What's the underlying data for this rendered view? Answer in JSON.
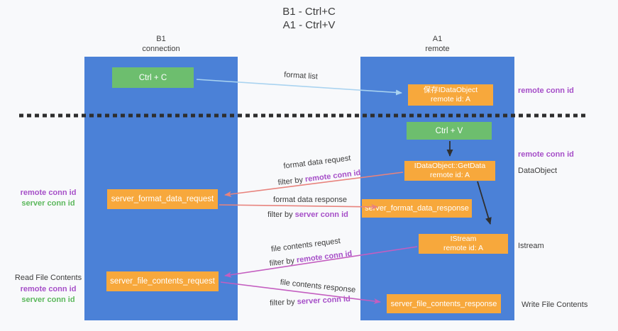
{
  "title": {
    "line1": "B1 - Ctrl+C",
    "line2": "A1 - Ctrl+V"
  },
  "lanes": {
    "left": {
      "header1": "B1",
      "header2": "connection"
    },
    "right": {
      "header1": "A1",
      "header2": "remote"
    }
  },
  "nodes": {
    "ctrl_c": {
      "label": "Ctrl + C"
    },
    "ctrl_v": {
      "label": "Ctrl + V"
    },
    "save_dataobject": {
      "line1": "保存IDataObject",
      "line2": "remote id: A"
    },
    "getdata": {
      "line1": "IDataObject::GetData",
      "line2": "remote id: A"
    },
    "istream": {
      "line1": "IStream",
      "line2": "remote id: A"
    },
    "format_request": {
      "label": "server_format_data_request"
    },
    "format_response": {
      "label": "server_format_data_response"
    },
    "file_request": {
      "label": "server_file_contents_request"
    },
    "file_response": {
      "label": "server_file_contents_response"
    }
  },
  "flow_labels": {
    "format_list": "format list",
    "format_data_request": {
      "title": "format data request",
      "filter_prefix": "filter by ",
      "filter_key": "remote conn id"
    },
    "format_data_response": {
      "title": "format data response",
      "filter_prefix": "filter by ",
      "filter_key": "server conn id"
    },
    "file_contents_request": {
      "title": "file contents request",
      "filter_prefix": "filter by ",
      "filter_key": "remote conn id"
    },
    "file_contents_response": {
      "title": "file contents response",
      "filter_prefix": "filter by ",
      "filter_key": "server conn id"
    }
  },
  "side_labels": {
    "right_remote_conn_top": "remote conn id",
    "right_remote_conn_mid": "remote conn id",
    "dataobject": "DataObject",
    "istream": "Istream",
    "write_file_contents": "Write File Contents",
    "read_file_contents": "Read File Contents",
    "left_format_remote": "remote conn id",
    "left_format_server": "server conn id",
    "left_file_remote": "remote conn id",
    "left_file_server": "server conn id"
  },
  "colors": {
    "lane_blue": "#4b81d7",
    "box_green": "#6dbe6e",
    "box_orange": "#f7a83c",
    "arrow_light_blue": "#a9d3f0",
    "arrow_salmon": "#e8837d",
    "arrow_magenta": "#c45ec0",
    "text_purple": "#a64fc8",
    "text_green": "#5cb85c",
    "dashed_line": "#2e2e2e"
  }
}
